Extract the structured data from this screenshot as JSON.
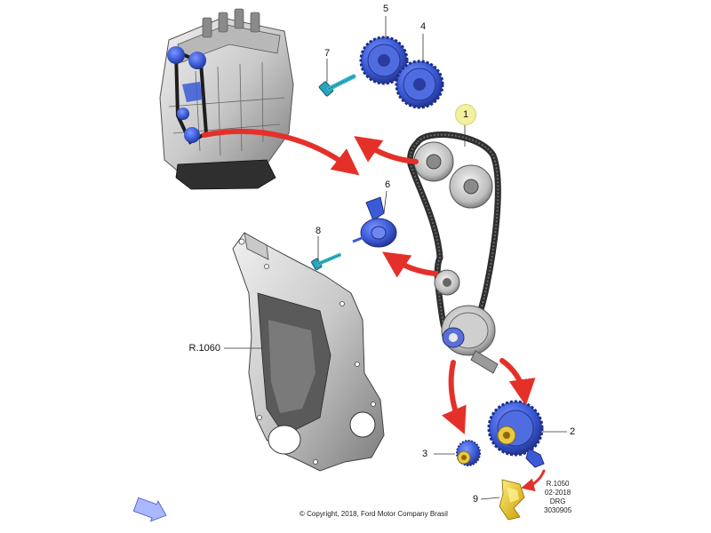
{
  "callouts": {
    "c1": "1",
    "c2": "2",
    "c3": "3",
    "c4": "4",
    "c5": "5",
    "c6": "6",
    "c7": "7",
    "c8": "8",
    "c9": "9",
    "cover_ref": "R.1060"
  },
  "reference": {
    "line1": "R.1050",
    "line2": "02-2018",
    "line3": "DRG",
    "line4": "3030905"
  },
  "copyright": "© Copyright, 2018, Ford Motor Company Brasil",
  "colors": {
    "part_blue": "#3b5bd6",
    "part_blue_dark": "#24389a",
    "arrow_red": "#e5302a",
    "metal_light": "#d9d9d9",
    "metal_dark": "#4a4a4a",
    "belt": "#3a3a3a",
    "yellow_part": "#f2cf1f",
    "badge_fill": "#f3f0a0"
  },
  "icons": {
    "nav_arrow": "view-direction-arrow-icon"
  }
}
